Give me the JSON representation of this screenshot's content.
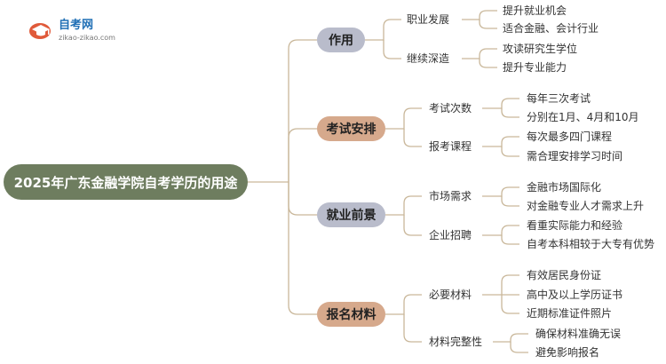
{
  "logo": {
    "title": "自考网",
    "url": "zikao-zikao.com"
  },
  "root": "2025年广东金融学院自考学历的用途",
  "colors": {
    "root_bg": "#6e7d5f",
    "line": "#c9b79a",
    "grey_node": "#b9bccb",
    "brown_node": "#d6a98c"
  },
  "branches": [
    {
      "label": "作用",
      "subs": [
        {
          "label": "职业发展",
          "leaves": [
            "提升就业机会",
            "适合金融、会计行业"
          ]
        },
        {
          "label": "继续深造",
          "leaves": [
            "攻读研究生学位",
            "提升专业能力"
          ]
        }
      ]
    },
    {
      "label": "考试安排",
      "subs": [
        {
          "label": "考试次数",
          "leaves": [
            "每年三次考试",
            "分别在1月、4月和10月"
          ]
        },
        {
          "label": "报考课程",
          "leaves": [
            "每次最多四门课程",
            "需合理安排学习时间"
          ]
        }
      ]
    },
    {
      "label": "就业前景",
      "subs": [
        {
          "label": "市场需求",
          "leaves": [
            "金融市场国际化",
            "对金融专业人才需求上升"
          ]
        },
        {
          "label": "企业招聘",
          "leaves": [
            "看重实际能力和经验",
            "自考本科相较于大专有优势"
          ]
        }
      ]
    },
    {
      "label": "报名材料",
      "subs": [
        {
          "label": "必要材料",
          "leaves": [
            "有效居民身份证",
            "高中及以上学历证书",
            "近期标准证件照片"
          ]
        },
        {
          "label": "材料完整性",
          "leaves": [
            "确保材料准确无误",
            "避免影响报名"
          ]
        }
      ]
    }
  ]
}
